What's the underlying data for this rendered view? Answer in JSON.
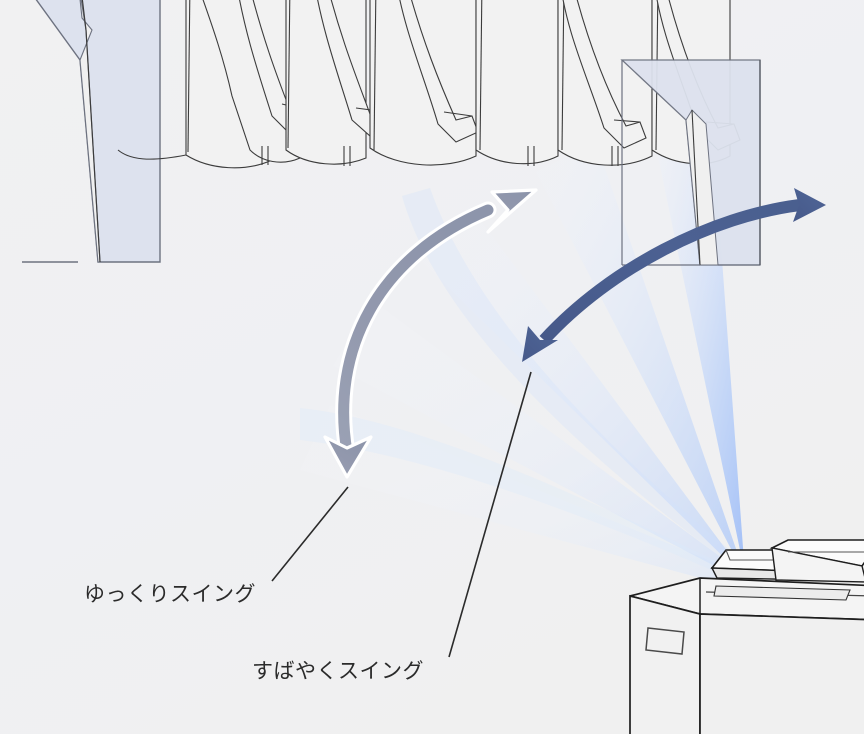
{
  "illustration": {
    "title": "洗濯機の風によるスイング説明図",
    "background_color": "#f0f0f0"
  },
  "labels": {
    "slow_swing": "ゆっくりスイング",
    "fast_swing": "すばやくスイング"
  },
  "colors": {
    "background": "#f0f0f0",
    "garment_fill": "#f2f2f2",
    "garment_stroke": "#3c3c3c",
    "trouser_fill": "#dde2ee",
    "trouser_stroke": "#6d7280",
    "slow_arrow": "#9098ad",
    "fast_arrow": "#4d6291",
    "airflow_blue": "#a8c4f5",
    "leader_line": "#2b2b2b",
    "text": "#2b2b2b",
    "washer_fill": "#f2f2f2",
    "washer_stroke": "#1e1e1e"
  },
  "elements": {
    "slow_arrow_name": "ゆっくりスイング矢印",
    "fast_arrow_name": "すばやくスイング矢印",
    "washer_name": "洗濯機",
    "airflow_name": "送風",
    "hanging_clothes_name": "干した衣類"
  }
}
